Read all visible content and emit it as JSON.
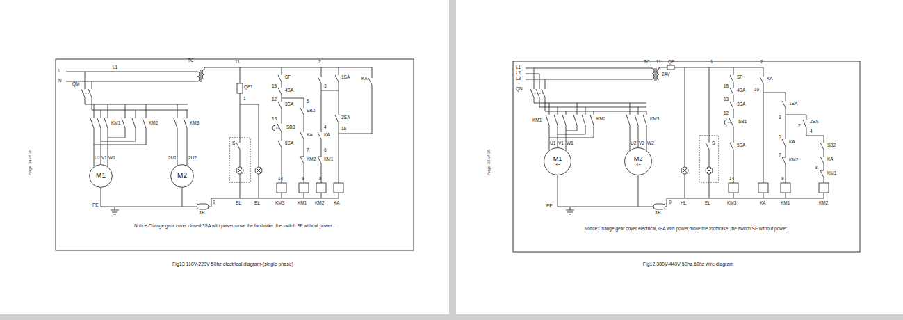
{
  "diagram": {
    "nodes": [
      {
        "text": [
          "M1"
        ]
      },
      {
        "text": [
          "M2"
        ]
      },
      {
        "text": [
          "M1",
          "3~"
        ]
      },
      {
        "text": [
          "M2",
          "3~"
        ]
      }
    ],
    "labels": [
      "Page 34 of 38",
      "L",
      "N",
      "L1",
      "QM",
      "TC",
      "11",
      "QF1",
      "1",
      "KM1",
      "KM2",
      "KM3",
      "U1",
      "V1",
      "W1",
      "2U1",
      "2U2",
      "PE",
      "XB",
      "0",
      "S",
      "EL",
      "EL",
      "SF",
      "15",
      "4SA",
      "12",
      "3SA",
      "13",
      "SB3",
      "5SA",
      "2",
      "5",
      "SB2",
      "KA",
      "7",
      "KM2",
      "3",
      "4",
      "KA",
      "6",
      "KM1",
      "1SA",
      "2SA",
      "18",
      "KA",
      "14",
      "9",
      "8",
      "KM3",
      "KM1",
      "KM2",
      "KA",
      "Notice:Change gear cover closed,3SA with power,move the footbrake ,the switch SF without power .",
      "Fig13 110V-220V 50hz electrical diagram-(single phase)",
      "Page 33 of 38",
      "L1",
      "L2",
      "L3",
      "QN",
      "KM1",
      "KM2",
      "KM3",
      "U1",
      "V1",
      "W1",
      "U2",
      "V2",
      "W2",
      "PE",
      "XB",
      "0",
      "TC",
      "11",
      "24V",
      "QF",
      "1",
      "HL",
      "S",
      "EL",
      "SF",
      "15",
      "4SA",
      "13",
      "3SA",
      "12",
      "SB1",
      "5SA",
      "2",
      "KA",
      "10",
      "1SA",
      "3",
      "2SA",
      "2",
      "4",
      "5",
      "KA",
      "7",
      "KM2",
      "SB2",
      "KA",
      "8",
      "KM1",
      "14",
      "9",
      "KM3",
      "KA",
      "KM1",
      "KM2",
      "Notice:Change gear cover electrical,3SA with power,move the footbrake ,the switch SF without power .",
      "Fig12 380V-440V 50hz,60hz wire diagram"
    ]
  }
}
